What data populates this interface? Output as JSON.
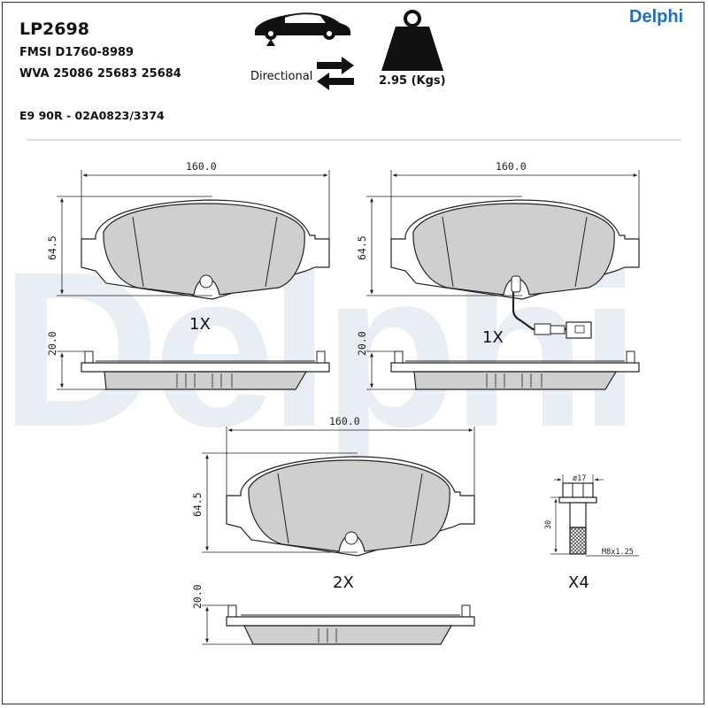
{
  "header": {
    "part_code": "LP2698",
    "fmsi": "FMSI D1760-8989",
    "wva": "WVA 25086 25683 25684",
    "ece": "E9 90R - 02A0823/3374",
    "brand": "Delphi",
    "directional": "Directional",
    "weight": "2.95 (Kgs)"
  },
  "watermark": "Delphi",
  "quantities": {
    "pad_a": "1X",
    "pad_b": "1X",
    "pad_c": "2X",
    "bolt": "X4"
  },
  "dimensions": {
    "pad_width": "160.0",
    "pad_height": "64.5",
    "pad_thickness": "20.0",
    "bolt_diameter": "ø17",
    "bolt_length": "30",
    "bolt_thread": "M8x1.25"
  },
  "colors": {
    "pad_fill": "#cfcfcf",
    "brand": "#1f6ec0",
    "watermark": "#e9eef5",
    "line": "#222222"
  }
}
